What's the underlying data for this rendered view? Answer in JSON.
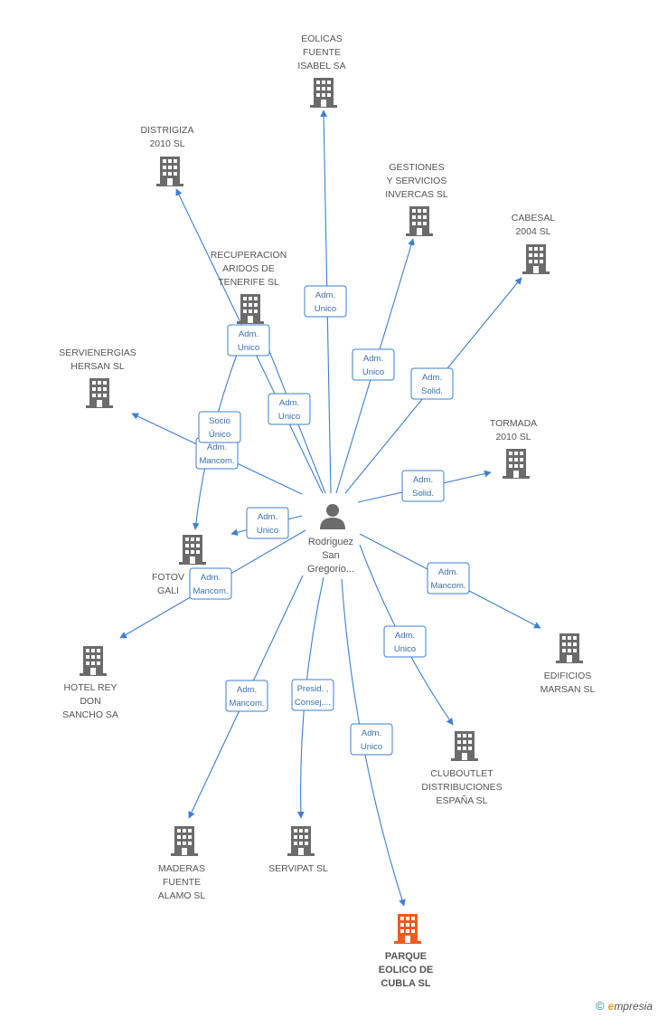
{
  "colors": {
    "edge": "#3d7fd3",
    "building": "#6b6b6b",
    "highlight": "#f05a22",
    "label": "#555555"
  },
  "center": {
    "lines": [
      "Rodriguez",
      "San",
      "Gregorio..."
    ],
    "icon": "person-icon"
  },
  "nodes": [
    {
      "id": "eolicas",
      "lines": [
        "EOLICAS",
        "FUENTE",
        "ISABEL SA"
      ],
      "icon": "building-icon"
    },
    {
      "id": "distrigiza",
      "lines": [
        "DISTRIGIZA",
        "2010 SL"
      ],
      "icon": "building-icon"
    },
    {
      "id": "gestiones",
      "lines": [
        "GESTIONES",
        "Y SERVICIOS",
        "INVERCAS SL"
      ],
      "icon": "building-icon"
    },
    {
      "id": "cabesal",
      "lines": [
        "CABESAL",
        "2004 SL"
      ],
      "icon": "building-icon"
    },
    {
      "id": "recuperacion",
      "lines": [
        "RECUPERACION",
        "ARIDOS DE",
        "TENERIFE SL"
      ],
      "icon": "building-icon"
    },
    {
      "id": "servienergias",
      "lines": [
        "SERVIENERGIAS",
        "HERSAN SL"
      ],
      "icon": "building-icon"
    },
    {
      "id": "tormada",
      "lines": [
        "TORMADA",
        "2010 SL"
      ],
      "icon": "building-icon"
    },
    {
      "id": "fotov",
      "lines": [
        "FOTOV",
        "GALI"
      ],
      "icon": "building-icon"
    },
    {
      "id": "hotel",
      "lines": [
        "HOTEL REY",
        "DON",
        "SANCHO SA"
      ],
      "icon": "building-icon"
    },
    {
      "id": "edificios",
      "lines": [
        "EDIFICIOS",
        "MARSAN SL"
      ],
      "icon": "building-icon"
    },
    {
      "id": "cluboutlet",
      "lines": [
        "CLUBOUTLET",
        "DISTRIBUCIONES",
        "ESPAÑA SL"
      ],
      "icon": "building-icon"
    },
    {
      "id": "maderas",
      "lines": [
        "MADERAS",
        "FUENTE",
        "ALAMO SL"
      ],
      "icon": "building-icon"
    },
    {
      "id": "servipat",
      "lines": [
        "SERVIPAT SL"
      ],
      "icon": "building-icon"
    },
    {
      "id": "parque",
      "lines": [
        "PARQUE",
        "EOLICO DE",
        "CUBLA SL"
      ],
      "icon": "building-icon",
      "highlight": true
    }
  ],
  "edges": [
    {
      "to": "eolicas",
      "lines": [
        "Adm.",
        "Unico"
      ]
    },
    {
      "to": "distrigiza",
      "lines": [
        "Adm.",
        "Unico"
      ]
    },
    {
      "to": "gestiones",
      "lines": [
        "Adm.",
        "Unico"
      ]
    },
    {
      "to": "cabesal",
      "lines": [
        "Adm.",
        "Solid."
      ]
    },
    {
      "to": "recuperacion",
      "lines": [
        "Adm.",
        "Unico"
      ]
    },
    {
      "to": "servienergias",
      "lines": [
        "Adm.",
        "Mancom."
      ]
    },
    {
      "to": "tormada",
      "lines": [
        "Adm.",
        "Solid."
      ]
    },
    {
      "to": "fotov",
      "lines": [
        "Socio",
        "Único"
      ]
    },
    {
      "to": "fotov",
      "lines": [
        "Adm.",
        "Unico"
      ]
    },
    {
      "to": "hotel",
      "lines": [
        "Adm.",
        "Mancom."
      ]
    },
    {
      "to": "edificios",
      "lines": [
        "Adm.",
        "Mancom."
      ]
    },
    {
      "to": "cluboutlet",
      "lines": [
        "Adm.",
        "Unico"
      ]
    },
    {
      "to": "maderas",
      "lines": [
        "Adm.",
        "Mancom."
      ]
    },
    {
      "to": "servipat",
      "lines": [
        "Presid. ,",
        "Consej...."
      ]
    },
    {
      "to": "parque",
      "lines": [
        "Adm.",
        "Unico"
      ]
    }
  ],
  "footer": {
    "copyright": "©",
    "brand_initial": "e",
    "brand_rest": "mpresia"
  }
}
